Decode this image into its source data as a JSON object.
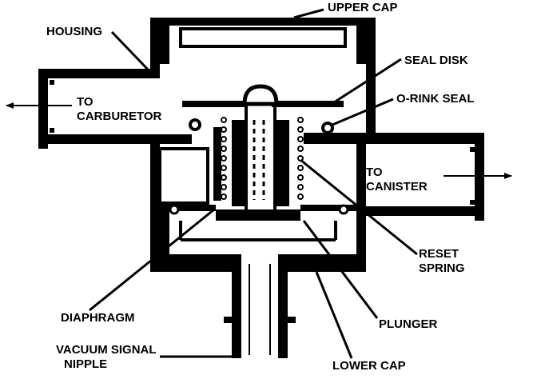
{
  "labels": {
    "upper_cap": "UPPER CAP",
    "housing": "HOUSING",
    "seal_disk": "SEAL DISK",
    "to_carburetor_1": "TO",
    "to_carburetor_2": "CARBURETOR",
    "o_ring_seal": "O-RINK SEAL",
    "to_canister_1": "TO",
    "to_canister_2": "CANISTER",
    "reset_spring_1": "RESET",
    "reset_spring_2": "SPRING",
    "diaphragm": "DIAPHRAGM",
    "plunger": "PLUNGER",
    "vacuum_signal_1": "VACUUM SIGNAL",
    "vacuum_signal_2": "NIPPLE",
    "lower_cap": "LOWER CAP"
  },
  "colors": {
    "ink": "#000000",
    "paper": "#ffffff"
  }
}
